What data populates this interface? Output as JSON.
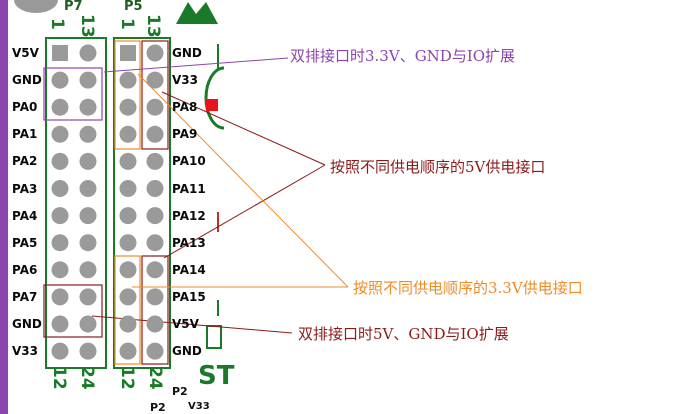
{
  "header": {
    "p7": "P7",
    "p5": "P5",
    "p7_start": "1",
    "p7_end": "13",
    "p5_start": "1",
    "p5_end": "13"
  },
  "left_labels": [
    "V5V",
    "GND",
    "PA0",
    "PA1",
    "PA2",
    "PA3",
    "PA4",
    "PA5",
    "PA6",
    "PA7",
    "GND",
    "V33"
  ],
  "right_labels": [
    "GND",
    "V33",
    "PA8",
    "PA9",
    "PA10",
    "PA11",
    "PA12",
    "PA13",
    "PA14",
    "PA15",
    "V5V",
    "GND"
  ],
  "footer": {
    "p7_a": "12",
    "p7_b": "24",
    "p5_a": "12",
    "p5_b": "24",
    "p2_a": "P2",
    "p2_b": "P2",
    "v33": "V33",
    "st": "ST"
  },
  "notes": {
    "top": "双排接口时3.3V、GND与IO扩展",
    "five_v": "按照不同供电顺序的5V供电接口",
    "three_v": "按照不同供电顺序的3.3V供电接口",
    "bottom": "双排接口时5V、GND与IO扩展"
  },
  "colors": {
    "purple": "#8e44ad",
    "darkred": "#8b1a1a",
    "orange": "#f08c28",
    "green": "#1a6e2a",
    "pin": "#9a9a9a"
  }
}
